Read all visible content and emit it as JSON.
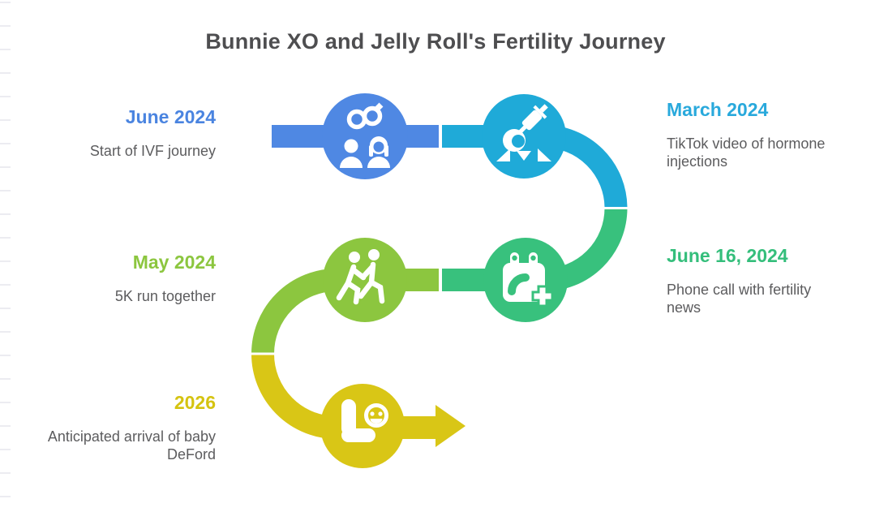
{
  "title": "Bunnie XO and Jelly Roll's Fertility Journey",
  "milestones": [
    {
      "date": "June 2024",
      "description": "Start of IVF journey",
      "color": "#4F88E3",
      "side": "left",
      "icon": "couple-rings-icon"
    },
    {
      "date": "March 2024",
      "description": "TikTok video of hormone injections",
      "color": "#1FAAD8",
      "side": "right",
      "icon": "hormone-injection-icon"
    },
    {
      "date": "May 2024",
      "description": "5K run together",
      "color": "#8CC63F",
      "side": "left",
      "icon": "walking-couple-icon"
    },
    {
      "date": "June 16, 2024",
      "description": "Phone call with fertility news",
      "color": "#38C17D",
      "side": "right",
      "icon": "calendar-phone-icon"
    },
    {
      "date": "2026",
      "description": "Anticipated arrival of baby DeFord",
      "color": "#D9C616",
      "side": "left",
      "icon": "baby-car-seat-icon"
    }
  ],
  "colors": {
    "background": "#FFFFFF",
    "title_text": "#4E4E50",
    "description_text": "#5C5C5E",
    "node_blue": "#4F88E3",
    "node_cyan": "#1FAAD8",
    "node_lime": "#8CC63F",
    "node_emerald": "#38C17D",
    "node_yellow": "#D9C616"
  }
}
